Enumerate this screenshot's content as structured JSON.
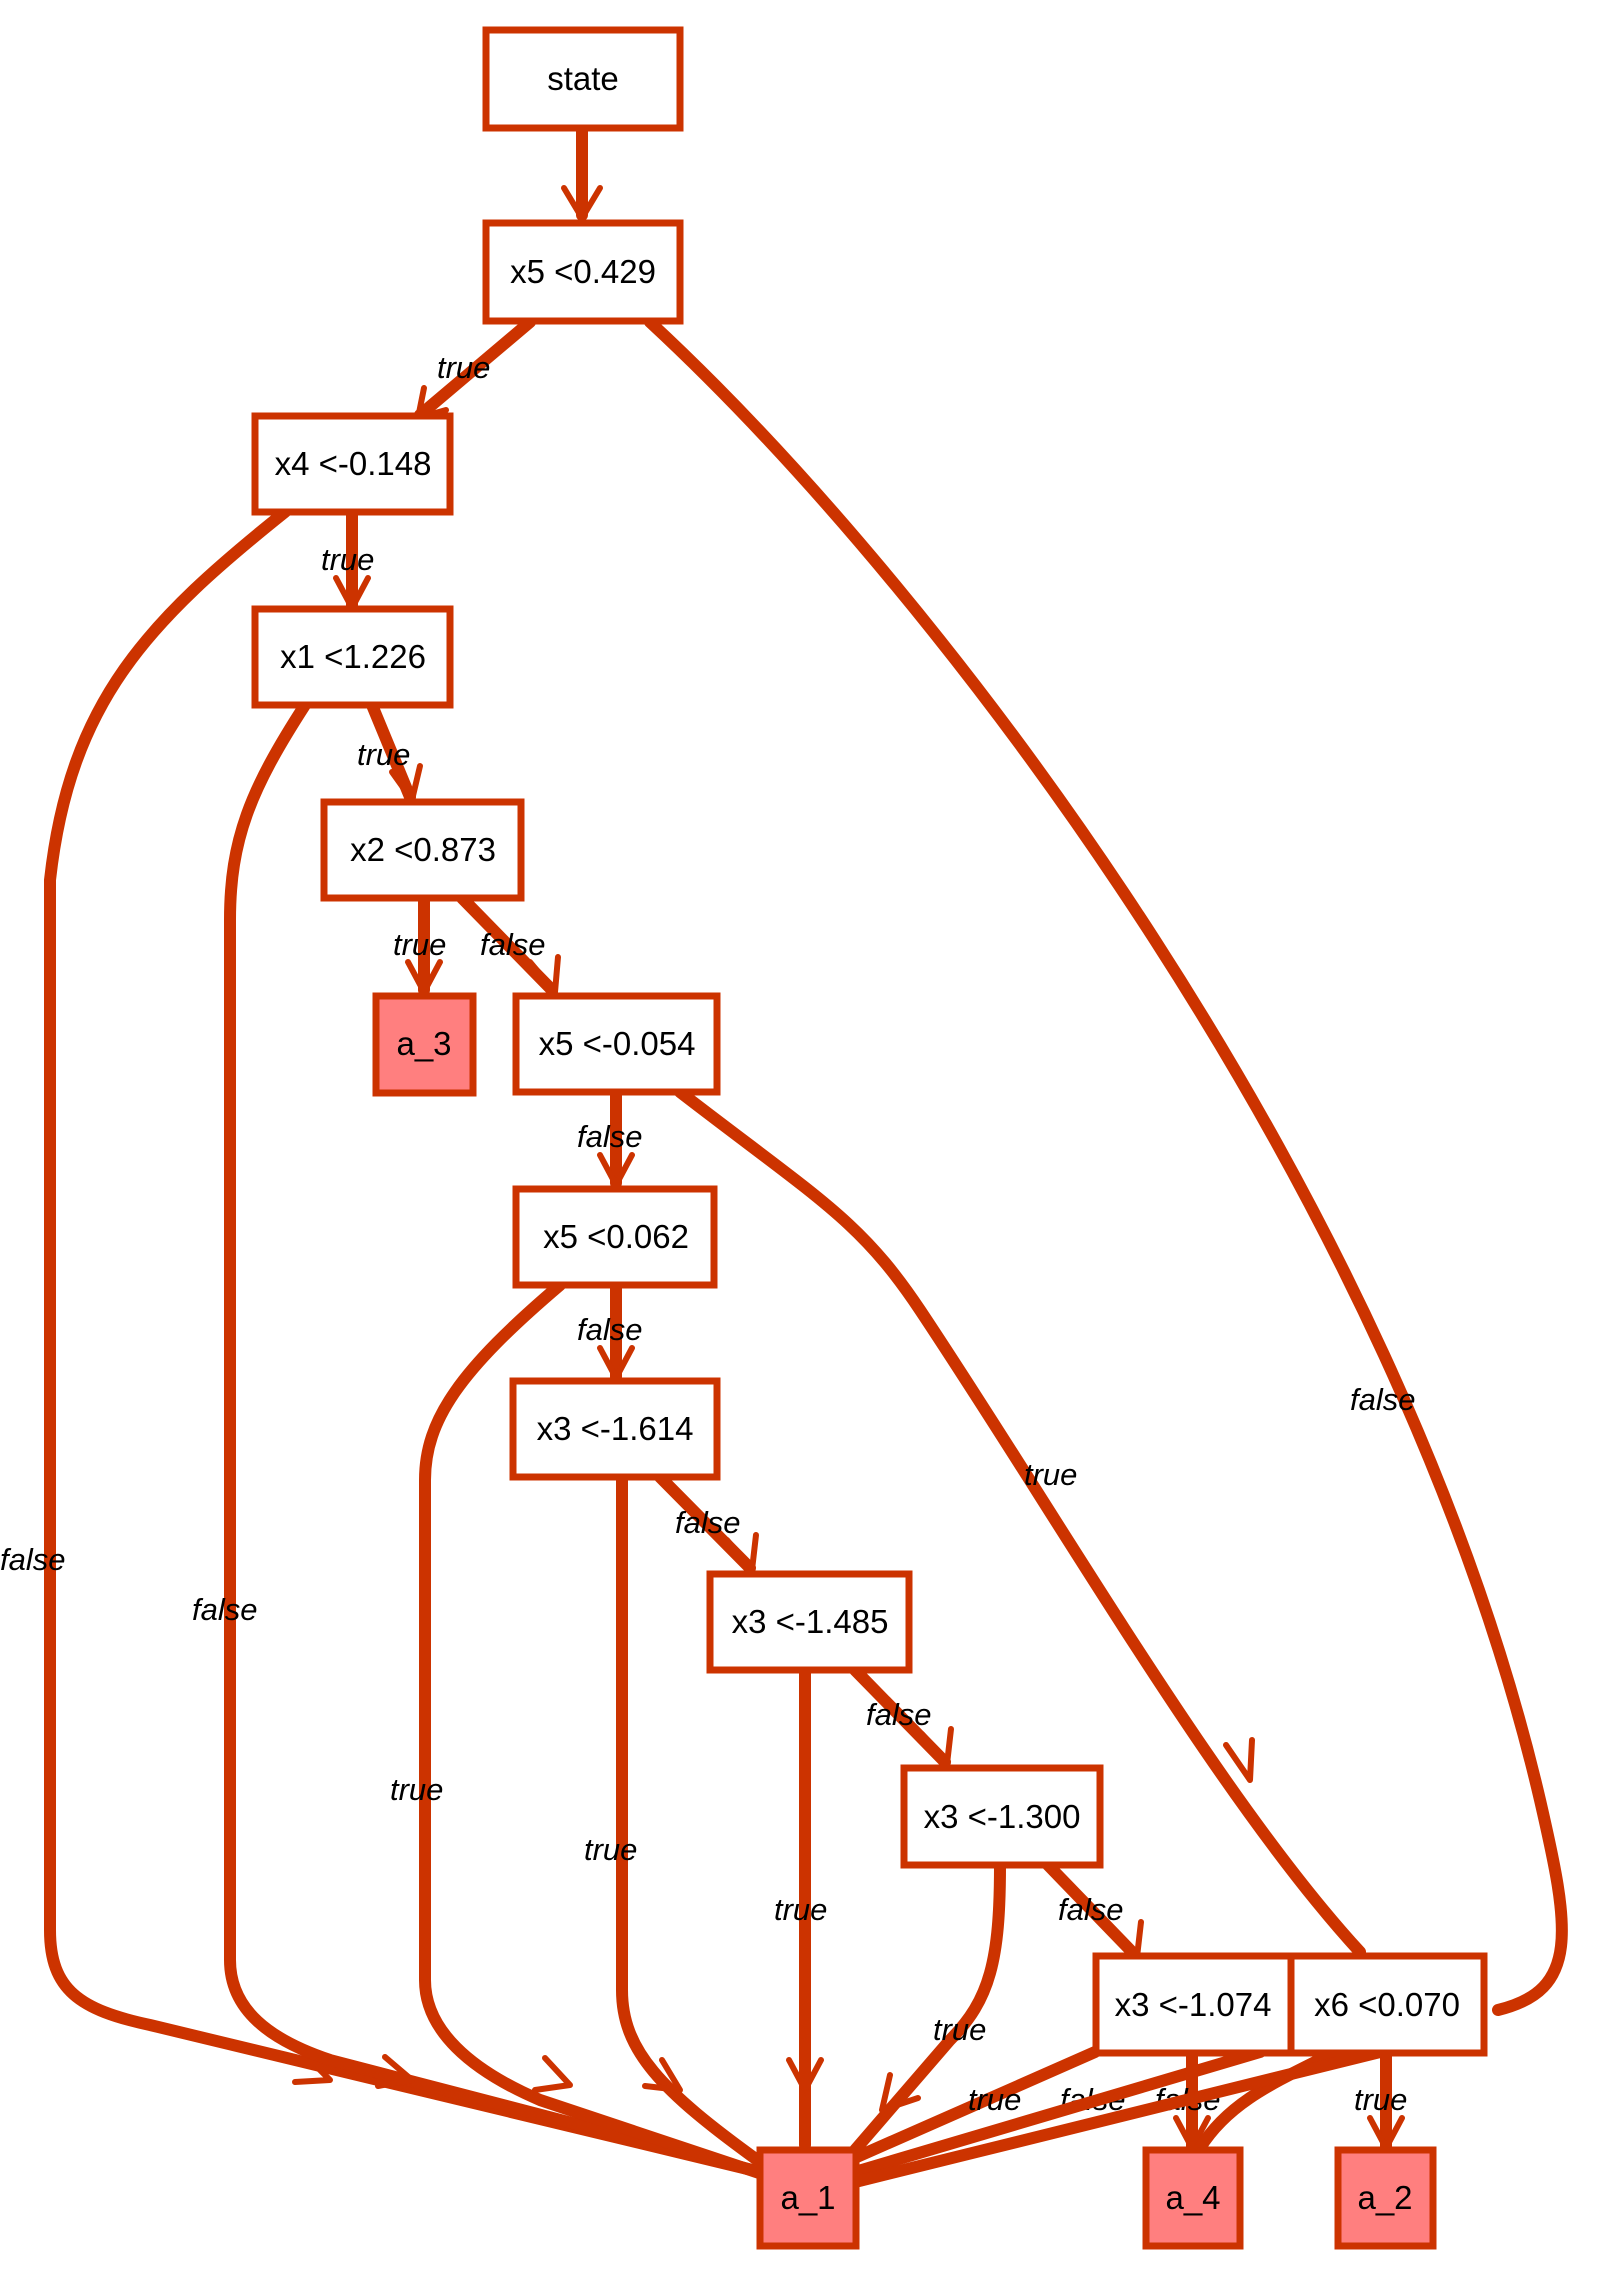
{
  "nodes": {
    "state": {
      "label": "state"
    },
    "n1": {
      "label": "x5 <0.429"
    },
    "n2": {
      "label": "x4 <-0.148"
    },
    "n3": {
      "label": "x1 <1.226"
    },
    "n4": {
      "label": "x2 <0.873"
    },
    "n5": {
      "label": "x5 <-0.054"
    },
    "n6": {
      "label": "x5 <0.062"
    },
    "n7": {
      "label": "x3 <-1.614"
    },
    "n8": {
      "label": "x3 <-1.485"
    },
    "n9": {
      "label": "x3 <-1.300"
    },
    "n10": {
      "label": "x3 <-1.074"
    },
    "n11": {
      "label": "x6 <0.070"
    },
    "a1": {
      "label": "a_1"
    },
    "a2": {
      "label": "a_2"
    },
    "a3": {
      "label": "a_3"
    },
    "a4": {
      "label": "a_4"
    }
  },
  "edges": [
    {
      "from": "state",
      "to": "n1",
      "label": ""
    },
    {
      "from": "n1",
      "to": "n2",
      "label": "true"
    },
    {
      "from": "n1",
      "to": "n11",
      "label": "false"
    },
    {
      "from": "n2",
      "to": "n3",
      "label": "true"
    },
    {
      "from": "n2",
      "to": "a1",
      "label": "false"
    },
    {
      "from": "n3",
      "to": "n4",
      "label": "true"
    },
    {
      "from": "n3",
      "to": "a1",
      "label": "false"
    },
    {
      "from": "n4",
      "to": "a3",
      "label": "true"
    },
    {
      "from": "n4",
      "to": "n5",
      "label": "false"
    },
    {
      "from": "n5",
      "to": "n11",
      "label": "true"
    },
    {
      "from": "n5",
      "to": "n6",
      "label": "false"
    },
    {
      "from": "n6",
      "to": "a1",
      "label": "true"
    },
    {
      "from": "n6",
      "to": "n7",
      "label": "false"
    },
    {
      "from": "n7",
      "to": "a1",
      "label": "true"
    },
    {
      "from": "n7",
      "to": "n8",
      "label": "false"
    },
    {
      "from": "n8",
      "to": "a1",
      "label": "true"
    },
    {
      "from": "n8",
      "to": "n9",
      "label": "false"
    },
    {
      "from": "n9",
      "to": "a1",
      "label": "true"
    },
    {
      "from": "n9",
      "to": "n10",
      "label": "false"
    },
    {
      "from": "n10",
      "to": "a1",
      "label": "true"
    },
    {
      "from": "n10",
      "to": "a4",
      "label": "false"
    },
    {
      "from": "n11",
      "to": "a2",
      "label": "true"
    },
    {
      "from": "n11",
      "to": "a4",
      "label": "false"
    }
  ],
  "colors": {
    "edge": "#cc3300",
    "leaf_fill": "#ff7f7f",
    "node_fill": "#ffffff",
    "text": "#000000"
  }
}
